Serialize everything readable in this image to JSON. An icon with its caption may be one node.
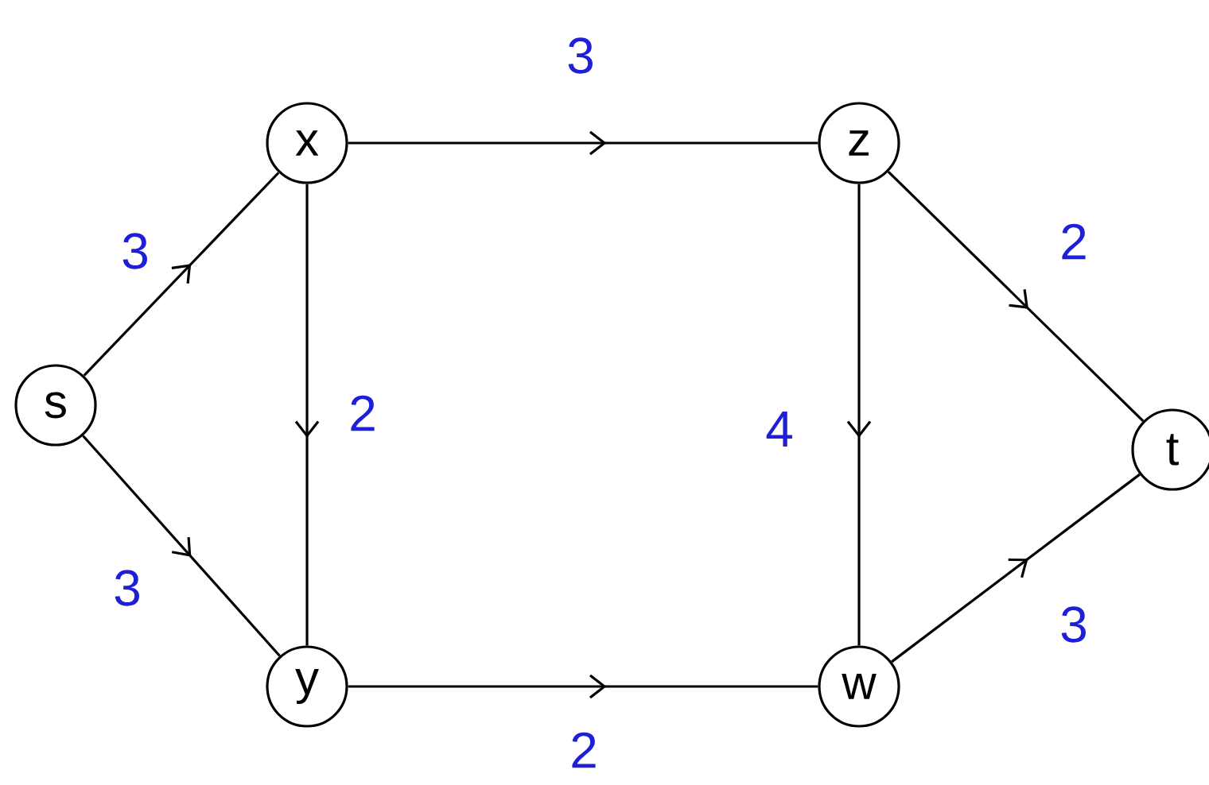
{
  "diagram": {
    "nodes": [
      {
        "text": [
          "s"
        ]
      },
      {
        "text": [
          "x"
        ]
      },
      {
        "text": [
          "z"
        ]
      },
      {
        "text": [
          "t"
        ]
      },
      {
        "text": [
          "y"
        ]
      },
      {
        "text": [
          "w"
        ]
      }
    ],
    "edges": [
      {
        "from": 0,
        "to": 1,
        "arrow": "to",
        "label": "3"
      },
      {
        "from": 1,
        "to": 2,
        "arrow": "to",
        "label": "3"
      },
      {
        "from": 2,
        "to": 3,
        "arrow": "to",
        "label": "2"
      },
      {
        "from": 1,
        "to": 4,
        "arrow": "to",
        "label": "2"
      },
      {
        "from": 2,
        "to": 5,
        "arrow": "to",
        "label": "4"
      },
      {
        "from": 0,
        "to": 4,
        "arrow": "to",
        "label": "3"
      },
      {
        "from": 4,
        "to": 5,
        "arrow": "to",
        "label": "2"
      },
      {
        "from": 5,
        "to": 3,
        "arrow": "to",
        "label": "3"
      }
    ]
  }
}
